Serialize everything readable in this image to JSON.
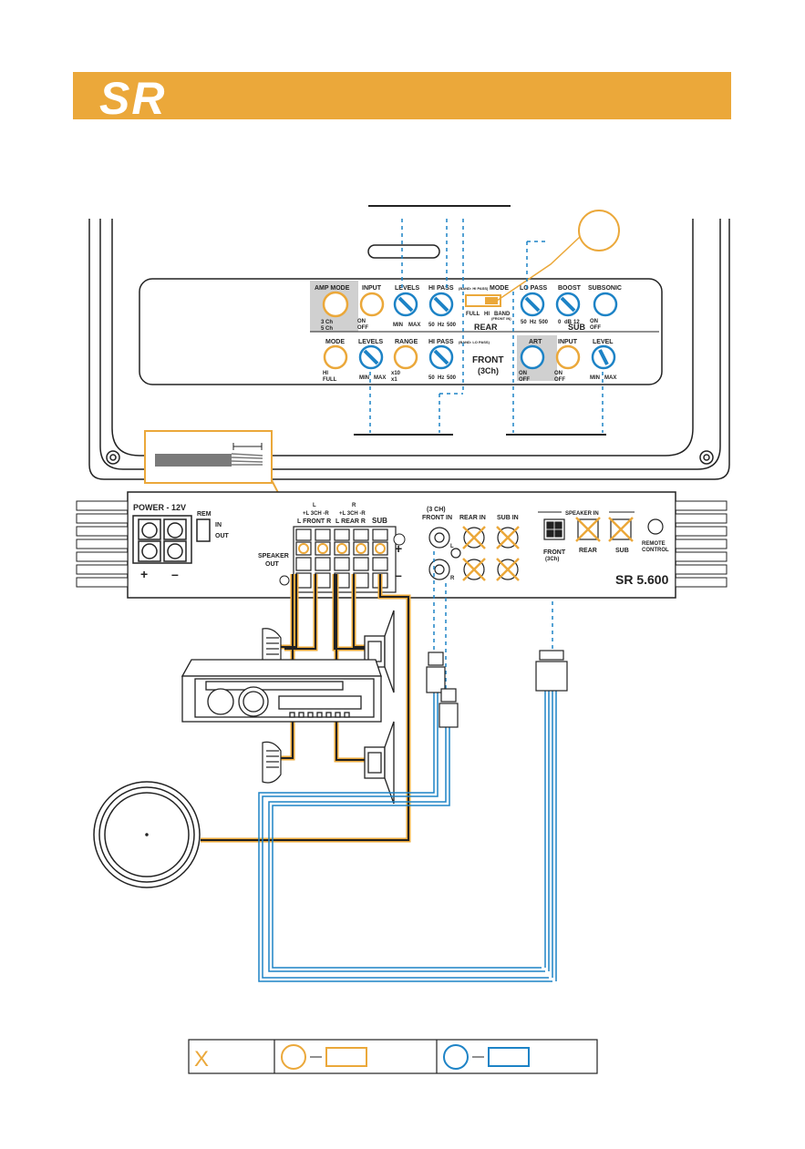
{
  "colors": {
    "brand": "#EBA83A",
    "orange": "#F0A22E",
    "blue": "#1D83C6",
    "dark": "#222222",
    "panel_gray": "#D0D0D0"
  },
  "header": {
    "logo_text": "SR"
  },
  "panel": {
    "rear_row": {
      "amp_mode_label": "AMP MODE",
      "amp_mode_values": [
        "3 Ch",
        "5 Ch"
      ],
      "input_label": "INPUT",
      "input_values": [
        "ON",
        "OFF"
      ],
      "levels_label": "LEVELS",
      "levels_values": [
        "MIN",
        "MAX"
      ],
      "hipass_label": "HI PASS",
      "hipass_note": "(BAND: HI PASS)",
      "hipass_values": [
        "50",
        "Hz",
        "500"
      ],
      "mode_label": "MODE",
      "mode_values": [
        "FULL",
        "HI",
        "BAND"
      ],
      "mode_note": "(FRONT IN)",
      "rear_label": "REAR"
    },
    "sub_row": {
      "lopass_label": "LO PASS",
      "lopass_values": [
        "50",
        "Hz",
        "500"
      ],
      "boost_label": "BOOST",
      "boost_values": [
        "0",
        "dB",
        "12"
      ],
      "subsonic_label": "SUBSONIC",
      "subsonic_values": [
        "ON",
        "OFF"
      ],
      "sub_label": "SUB"
    },
    "front_row": {
      "mode_label": "MODE",
      "mode_values": [
        "HI",
        "FULL"
      ],
      "levels_label": "LEVELS",
      "levels_values": [
        "MIN",
        "MAX"
      ],
      "range_label": "RANGE",
      "range_values": [
        "x10",
        "x1"
      ],
      "hipass_label": "HI PASS",
      "hipass_note": "(BAND: LO PASS)",
      "hipass_values": [
        "50",
        "Hz",
        "500"
      ],
      "front_label": "FRONT",
      "front_sub": "(3Ch)"
    },
    "bottom_sub": {
      "art_label": "ART",
      "art_values": [
        "ON",
        "OFF"
      ],
      "input_label": "INPUT",
      "input_values": [
        "ON",
        "OFF"
      ],
      "level_label": "LEVEL",
      "level_values": [
        "MIN",
        "MAX"
      ]
    }
  },
  "amp": {
    "power_label": "POWER - 12V",
    "rem_label": "REM",
    "in_label": "IN",
    "out_label": "OUT",
    "speaker_out": [
      "SPEAKER",
      "OUT"
    ],
    "front_group": "+L  3CH  -R",
    "front_lr": "L  FRONT  R",
    "rear_group": "+L  3CH  -R",
    "rear_lr": "L  REAR  R",
    "sub_label": "SUB",
    "bracket_l": "L",
    "bracket_r": "R",
    "rca_front_title": "(3 CH)",
    "rca_front": "FRONT IN",
    "rear_in": "REAR IN",
    "sub_in": "SUB IN",
    "rca_l": "L",
    "rca_r": "R",
    "speaker_in": "SPEAKER IN",
    "front_3ch": "FRONT",
    "front_3ch_sub": "(3Ch)",
    "rear": "REAR",
    "sub": "SUB",
    "remote": [
      "REMOTE",
      "CONTROL"
    ],
    "model": "SR 5.600"
  },
  "legend": {
    "x_mark": "X"
  }
}
